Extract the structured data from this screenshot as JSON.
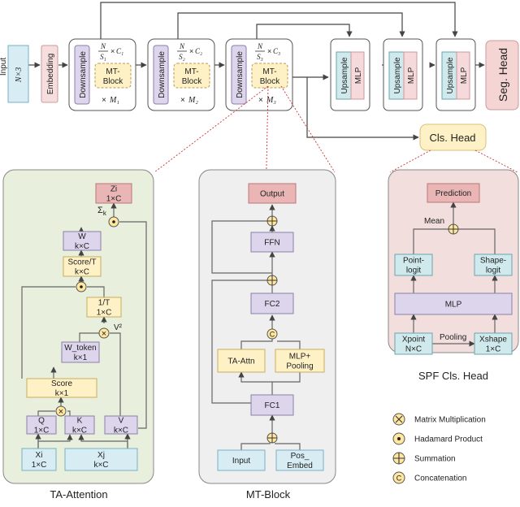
{
  "top": {
    "input": "Input",
    "nx3": "N×3",
    "embedding": "Embedding",
    "downsample": "Downsample",
    "mt_block": [
      "MT-",
      "Block"
    ],
    "stages": [
      {
        "C": "C₁",
        "S": "S₁",
        "M": "M₁"
      },
      {
        "C": "C₂",
        "S": "S₂",
        "M": "M₂"
      },
      {
        "C": "C₃",
        "S": "S₃",
        "M": "M₃"
      }
    ],
    "n": "N",
    "times": "×",
    "upsample": "Upsample",
    "mlp": "MLP",
    "seg_head": "Seg. Head",
    "cls_head": "Cls. Head"
  },
  "ta": {
    "caption": "TA-Attention",
    "zi": [
      "Zi",
      "1×C"
    ],
    "sum_k": "Σ",
    "sum_k_sub": "k",
    "w": [
      "W",
      "k×C"
    ],
    "score_t": [
      "Score/T",
      "k×C"
    ],
    "one_t": [
      "1/T",
      "1×C"
    ],
    "v2": "V²",
    "w_token": [
      "W_token",
      "k×1"
    ],
    "score": [
      "Score",
      "k×1"
    ],
    "q": [
      "Q",
      "1×C"
    ],
    "k": [
      "K",
      "k×C"
    ],
    "v": [
      "V",
      "k×C"
    ],
    "xi": [
      "Xi",
      "1×C"
    ],
    "xj": [
      "Xj",
      "k×C"
    ]
  },
  "mt": {
    "caption": "MT-Block",
    "output": "Output",
    "ffn": "FFN",
    "fc2": "FC2",
    "ta_attn": "TA-Attn",
    "mlp_pooling": [
      "MLP+",
      "Pooling"
    ],
    "fc1": "FC1",
    "input": "Input",
    "pos_embed": [
      "Pos_",
      "Embed"
    ]
  },
  "spf": {
    "caption": "SPF Cls. Head",
    "prediction": "Prediction",
    "mean": "Mean",
    "point_logit": [
      "Point-",
      "logit"
    ],
    "shape_logit": [
      "Shape-",
      "logit"
    ],
    "mlp": "MLP",
    "xpoint": [
      "Xpoint",
      "N×C"
    ],
    "pooling": "Pooling",
    "xshape": [
      "Xshape",
      "1×C"
    ]
  },
  "legend": [
    {
      "symbol": "⊗",
      "label": "Matrix Multiplication"
    },
    {
      "symbol": "⊙",
      "label": "Hadamard Product"
    },
    {
      "symbol": "⊕",
      "label": "Summation"
    },
    {
      "symbol": "C",
      "label": "Concatenation"
    }
  ],
  "colors": {
    "input_blue": "#d7ecf3",
    "embed_pink": "#f6dede",
    "lavender": "#ddd5ec",
    "mt_yellow": "#fff1c6",
    "upsample_teal": "#cfe9ec",
    "mlp_pink": "#f6d9da",
    "seg_head": "#f4d5d3",
    "cls_head": "#fff1c6",
    "ta_panel": "#e8efdc",
    "mt_panel": "#efefef",
    "spf_panel": "#f3dede",
    "output_red": "#e9b5b5",
    "op_yellow": "#ffe7a0"
  }
}
